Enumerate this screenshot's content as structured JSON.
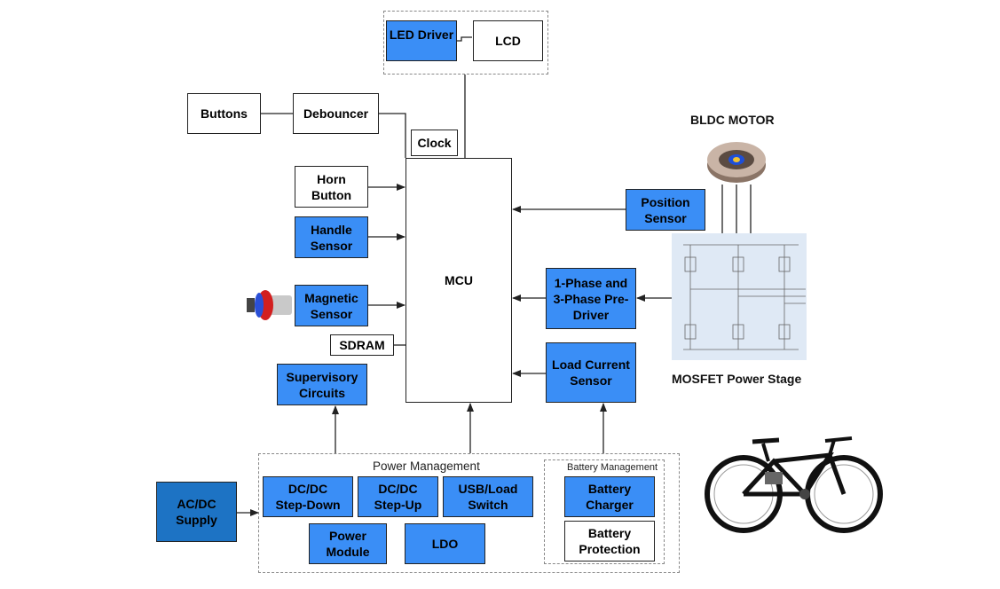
{
  "blocks": {
    "led_driver": "LED Driver",
    "lcd": "LCD",
    "buttons": "Buttons",
    "debouncer": "Debouncer",
    "clock": "Clock",
    "horn_button": "Horn\nButton",
    "handle_sensor": "Handle\nSensor",
    "magnetic_sensor": "Magnetic\nSensor",
    "sdram": "SDRAM",
    "supervisory_circuits": "Supervisory\nCircuits",
    "mcu": "MCU",
    "position_sensor": "Position\nSensor",
    "pre_driver": "1-Phase and\n3-Phase Pre-\nDriver",
    "load_current_sensor": "Load Current\nSensor",
    "ac_dc_supply": "AC/DC\nSupply",
    "dc_dc_step_down": "DC/DC\nStep-Down",
    "dc_dc_step_up": "DC/DC\nStep-Up",
    "usb_load_switch": "USB/Load\nSwitch",
    "power_module": "Power\nModule",
    "ldo": "LDO",
    "battery_charger": "Battery\nCharger",
    "battery_protection": "Battery\nProtection"
  },
  "groups": {
    "power_management": "Power Management",
    "battery_management": "Battery Management"
  },
  "labels": {
    "bldc_motor": "BLDC MOTOR",
    "mosfet_power_stage": "MOSFET Power Stage"
  },
  "colors": {
    "block_blue": "#3a8ef6",
    "supply_blue": "#1d73c4",
    "wire": "#222222",
    "dashed_border": "#888888",
    "mosfet_panel": "#dfe9f5"
  }
}
